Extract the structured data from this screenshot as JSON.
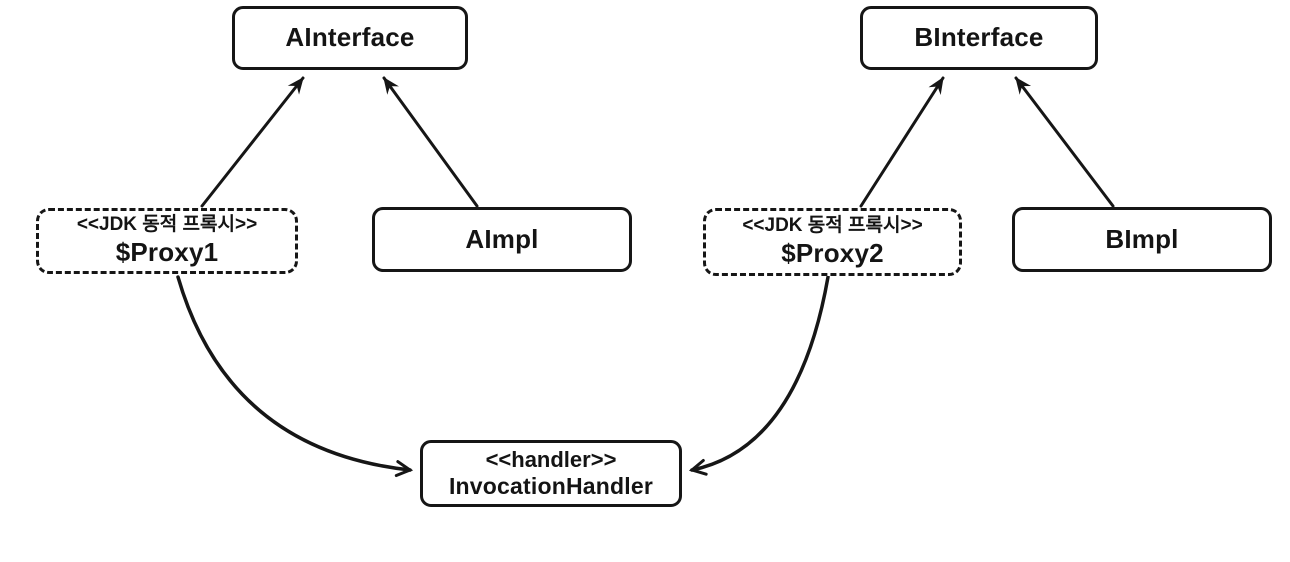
{
  "diagram": {
    "background_color": "#ffffff",
    "line_color": "#161616",
    "nodes": {
      "a_interface": {
        "label": "AInterface"
      },
      "b_interface": {
        "label": "BInterface"
      },
      "proxy1": {
        "stereotype": "<<JDK 동적 프록시>>",
        "label": "$Proxy1"
      },
      "a_impl": {
        "label": "AImpl"
      },
      "proxy2": {
        "stereotype": "<<JDK 동적 프록시>>",
        "label": "$Proxy2"
      },
      "b_impl": {
        "label": "BImpl"
      },
      "handler": {
        "stereotype": "<<handler>>",
        "label": "InvocationHandler"
      }
    },
    "edges": [
      {
        "from": "$Proxy1",
        "to": "AInterface",
        "line": "solid-straight",
        "head": "filled-triangle"
      },
      {
        "from": "AImpl",
        "to": "AInterface",
        "line": "solid-straight",
        "head": "filled-triangle"
      },
      {
        "from": "$Proxy2",
        "to": "BInterface",
        "line": "solid-straight",
        "head": "filled-triangle"
      },
      {
        "from": "BImpl",
        "to": "BInterface",
        "line": "solid-straight",
        "head": "filled-triangle"
      },
      {
        "from": "$Proxy1",
        "to": "InvocationHandler",
        "line": "solid-curved",
        "head": "open-v"
      },
      {
        "from": "$Proxy2",
        "to": "InvocationHandler",
        "line": "solid-curved",
        "head": "open-v"
      }
    ]
  }
}
